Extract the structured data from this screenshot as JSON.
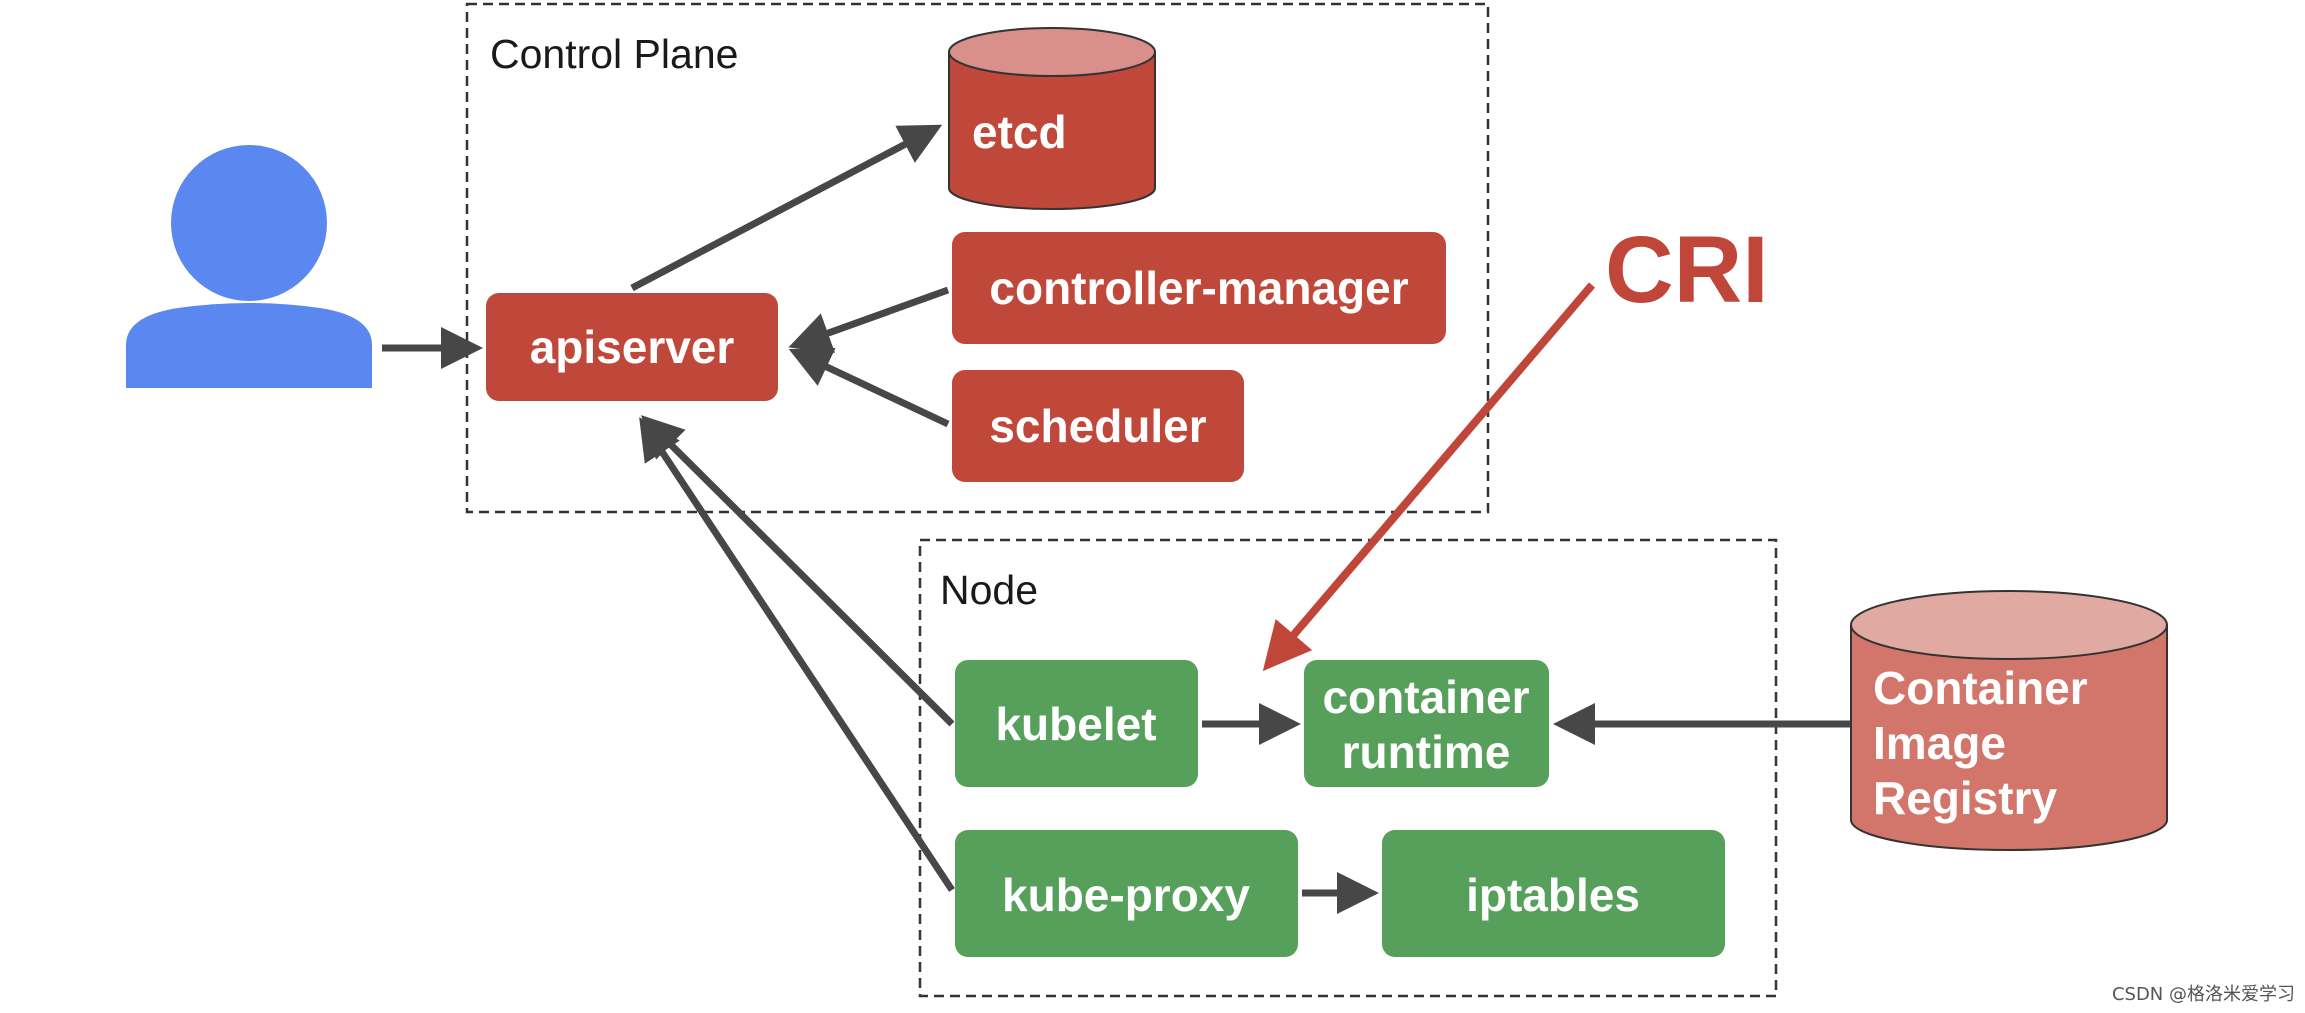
{
  "regions": {
    "control_plane": "Control Plane",
    "node": "Node"
  },
  "components": {
    "etcd": "etcd",
    "apiserver": "apiserver",
    "controller_manager": "controller-manager",
    "scheduler": "scheduler",
    "kubelet": "kubelet",
    "container_runtime": [
      "container",
      "runtime"
    ],
    "kube_proxy": "kube-proxy",
    "iptables": "iptables",
    "container_image_registry": [
      "Container",
      "Image",
      "Registry"
    ]
  },
  "annotation": "CRI",
  "watermark": "CSDN @格洛米爱学习",
  "colors": {
    "control_plane_box": "#c0483a",
    "cylinder_top": "#d9908a",
    "node_box": "#57a05b",
    "registry_body": "#d2756a",
    "registry_top": "#e0aaa3",
    "user_icon": "#5b87f0",
    "arrow": "#474747",
    "cri_arrow": "#c0463a"
  },
  "icons": [
    "user-icon",
    "database-cylinder-icon"
  ]
}
